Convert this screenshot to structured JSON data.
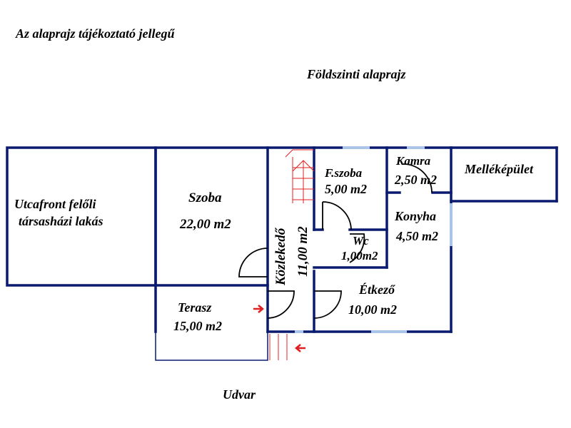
{
  "note": "Az alaprajz tájékoztató jellegű",
  "title": "Földszinti alaprajz",
  "rooms": {
    "neighbor": [
      "Utcafront felőli",
      "társasházi lakás"
    ],
    "szoba": {
      "name": "Szoba",
      "area": "22,00 m2"
    },
    "kozleked": {
      "name": "Közlekedő",
      "area": "11,00 m2"
    },
    "fszoba": {
      "name": "F.szoba",
      "area": "5,00 m2"
    },
    "kamra": {
      "name": "Kamra",
      "area": "2,50 m2"
    },
    "mellek": {
      "name": "Melléképület"
    },
    "konyha": {
      "name": "Konyha",
      "area": "4,50 m2"
    },
    "wc": {
      "name": "Wc",
      "area": "1,00m2"
    },
    "etkezo": {
      "name": "Étkező",
      "area": "10,00 m2"
    },
    "terasz": {
      "name": "Terasz",
      "area": "15,00 m2"
    },
    "udvar": {
      "name": "Udvar"
    }
  },
  "colors": {
    "wall": "#0a1a6e",
    "window": "#a9c6e8",
    "stairs": "#e02020"
  }
}
